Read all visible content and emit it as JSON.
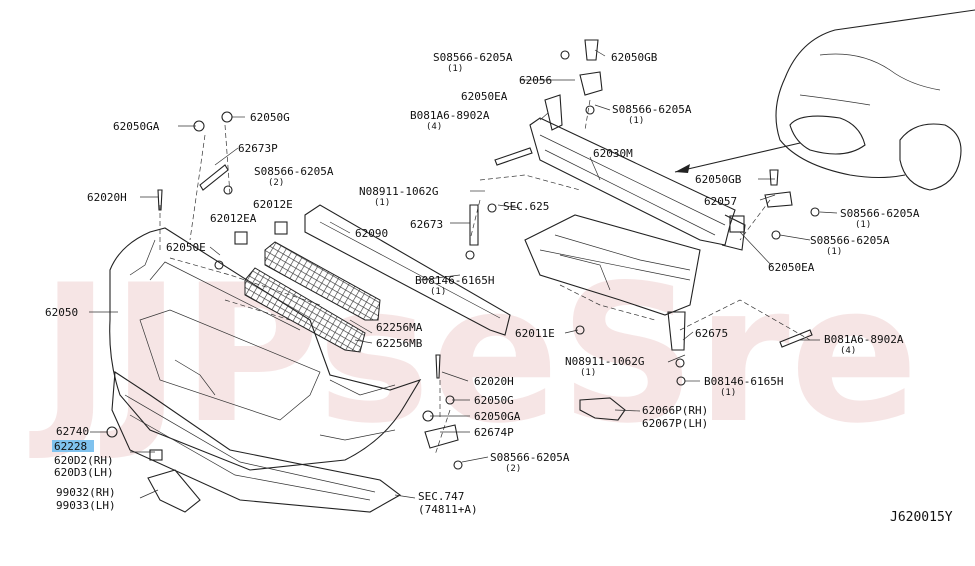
{
  "watermark": "JJPseSre",
  "diagram_code": "J620015Y",
  "highlight_color": "#7fc2ee",
  "labels": {
    "l_08566_top": "S08566-6205A",
    "l_08566_top_q": "(1)",
    "l_62050GB": "62050GB",
    "l_62056": "62056",
    "l_62050EA_top": "62050EA",
    "l_08566_r1": "S08566-6205A",
    "l_08566_r1_q": "(1)",
    "l_081A6_top": "B081A6-8902A",
    "l_081A6_top_q": "(4)",
    "l_62030M": "62030M",
    "l_62050GA_left": "62050GA",
    "l_62050G_left": "62050G",
    "l_62673P": "62673P",
    "l_08566_l": "S08566-6205A",
    "l_08566_l_q": "(2)",
    "l_62020H_left": "62020H",
    "l_62012E": "62012E",
    "l_62012EA": "62012EA",
    "l_08911_top": "N08911-1062G",
    "l_08911_top_q": "(1)",
    "l_62050GB_r": "62050GB",
    "l_62057": "62057",
    "l_08566_r2": "S08566-6205A",
    "l_08566_r2_q": "(1)",
    "l_08566_r3": "S08566-6205A",
    "l_08566_r3_q": "(1)",
    "l_62050EA_r": "62050EA",
    "l_62673": "62673",
    "l_sec625": "SEC.625",
    "l_62090": "62090",
    "l_62050E": "62050E",
    "l_08146_top": "B08146-6165H",
    "l_08146_top_q": "(1)",
    "l_62050": "62050",
    "l_62256MA": "62256MA",
    "l_62256MB": "62256MB",
    "l_62011E": "62011E",
    "l_62675": "62675",
    "l_081A6_r": "B081A6-8902A",
    "l_081A6_r_q": "(4)",
    "l_08911_bot": "N08911-1062G",
    "l_08911_bot_q": "(1)",
    "l_62020H_mid": "62020H",
    "l_08146_bot": "B08146-6165H",
    "l_08146_bot_q": "(1)",
    "l_62050G_mid": "62050G",
    "l_62050GA_mid": "62050GA",
    "l_62066P": "62066P(RH)",
    "l_62067P": "62067P(LH)",
    "l_62740": "62740",
    "l_62674P": "62674P",
    "l_62228": "62228",
    "l_62002": "620D2(RH)",
    "l_62003": "620D3(LH)",
    "l_08566_bot": "S08566-6205A",
    "l_08566_bot_q": "(2)",
    "l_99032": "99032(RH)",
    "l_99033": "99033(LH)",
    "l_sec747": "SEC.747",
    "l_74811": "(74811+A)"
  }
}
